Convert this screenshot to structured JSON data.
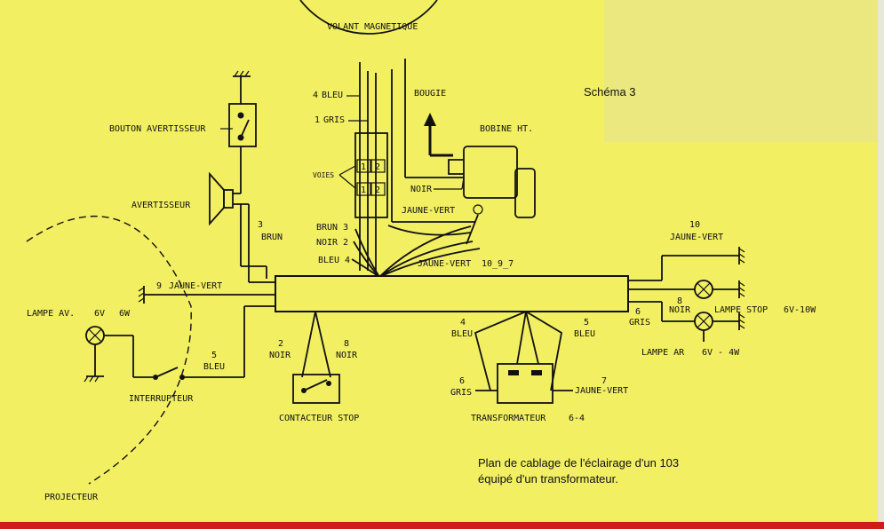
{
  "colors": {
    "paper": "#f2ef62",
    "ink": "#111111",
    "margin_right": "#e8e8d8",
    "border": "#d21a1a"
  },
  "title": "Schéma 3",
  "caption": {
    "line1": "Plan de cablage de l'éclairage d'un 103",
    "line2": "équipé d'un transformateur."
  },
  "labels": {
    "volant": "VOLANT MAGNETIQUE",
    "bouton": "BOUTON AVERTISSEUR",
    "avertisseur": "AVERTISSEUR",
    "bougie": "BOUGIE",
    "bobine": "BOBINE HT.",
    "voies": "VOIES",
    "lampe_av": "LAMPE AV.",
    "lampe_av_v": "6V",
    "lampe_av_w": "6W",
    "interrupteur": "INTERRUPTEUR",
    "projecteur": "PROJECTEUR",
    "contacteur": "CONTACTEUR STOP",
    "transformateur": "TRANSFORMATEUR",
    "transformateur_ratio": "6-4",
    "lampe_stop": "LAMPE STOP",
    "lampe_stop_rating": "6V-10W",
    "lampe_ar": "LAMPE AR",
    "lampe_ar_rating": "6V - 4W"
  },
  "connector_cells": [
    "1",
    "2",
    "1",
    "2"
  ],
  "wires": {
    "w4_top": {
      "num": "4",
      "color": "BLEU"
    },
    "w1_top": {
      "num": "1",
      "color": "GRIS"
    },
    "noir_bobine": {
      "color": "NOIR"
    },
    "jv_bobine": {
      "color": "JAUNE-VERT"
    },
    "brun3": {
      "color": "BRUN",
      "num": "3"
    },
    "noir2": {
      "color": "NOIR",
      "num": "2"
    },
    "bleu4": {
      "color": "BLEU",
      "num": "4"
    },
    "jv_group": {
      "color": "JAUNE-VERT",
      "nums": "10_9_7"
    },
    "avert_brun": {
      "num": "3",
      "color": "BRUN"
    },
    "jv9": {
      "num": "9",
      "color": "JAUNE-VERT"
    },
    "bleu5_left": {
      "num": "5",
      "color": "BLEU"
    },
    "stop_noir2": {
      "num": "2",
      "color": "NOIR"
    },
    "stop_noir8": {
      "num": "8",
      "color": "NOIR"
    },
    "t_bleu4": {
      "num": "4",
      "color": "BLEU"
    },
    "t_bleu5": {
      "num": "5",
      "color": "BLEU"
    },
    "t_gris6": {
      "num": "6",
      "color": "GRIS"
    },
    "t_jv7": {
      "num": "7",
      "color": "JAUNE-VERT"
    },
    "r_jv10": {
      "num": "10",
      "color": "JAUNE-VERT"
    },
    "r_noir8": {
      "num": "8",
      "color": "NOIR"
    },
    "r_gris6": {
      "num": "6",
      "color": "GRIS"
    }
  }
}
